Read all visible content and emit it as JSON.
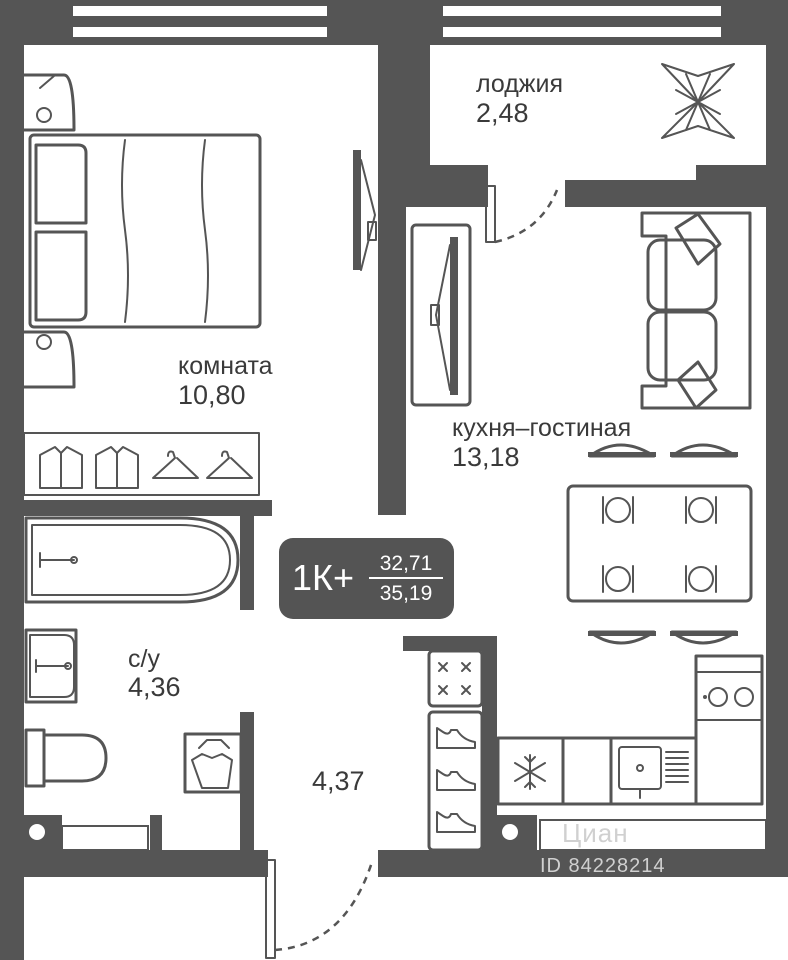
{
  "rooms": {
    "bedroom": {
      "label": "комната",
      "area": "10,80"
    },
    "kitchen": {
      "label": "кухня–гостиная",
      "area": "13,18"
    },
    "loggia": {
      "label": "лоджия",
      "area": "2,48"
    },
    "bathroom": {
      "label": "с/у",
      "area": "4,36"
    },
    "hallway": {
      "area": "4,37"
    }
  },
  "badge": {
    "type": "1К+",
    "living_area": "32,71",
    "total_area": "35,19"
  },
  "watermark": {
    "brand": "Циан",
    "id": "ID 84228214"
  },
  "colors": {
    "wall": "#555555",
    "furniture": "#555555",
    "background": "#ffffff",
    "badge": "#545454"
  },
  "icons": [
    "bed-icon",
    "sofa-icon",
    "wardrobe-icon",
    "shirt-icon",
    "hanger-icon",
    "bathtub-icon",
    "sink-icon",
    "toilet-icon",
    "washing-machine-icon",
    "dining-table-icon",
    "chair-icon",
    "stove-icon",
    "oven-icon",
    "fridge-icon",
    "kitchen-sink-icon",
    "sneaker-icon",
    "plant-icon",
    "door-swing-icon"
  ]
}
